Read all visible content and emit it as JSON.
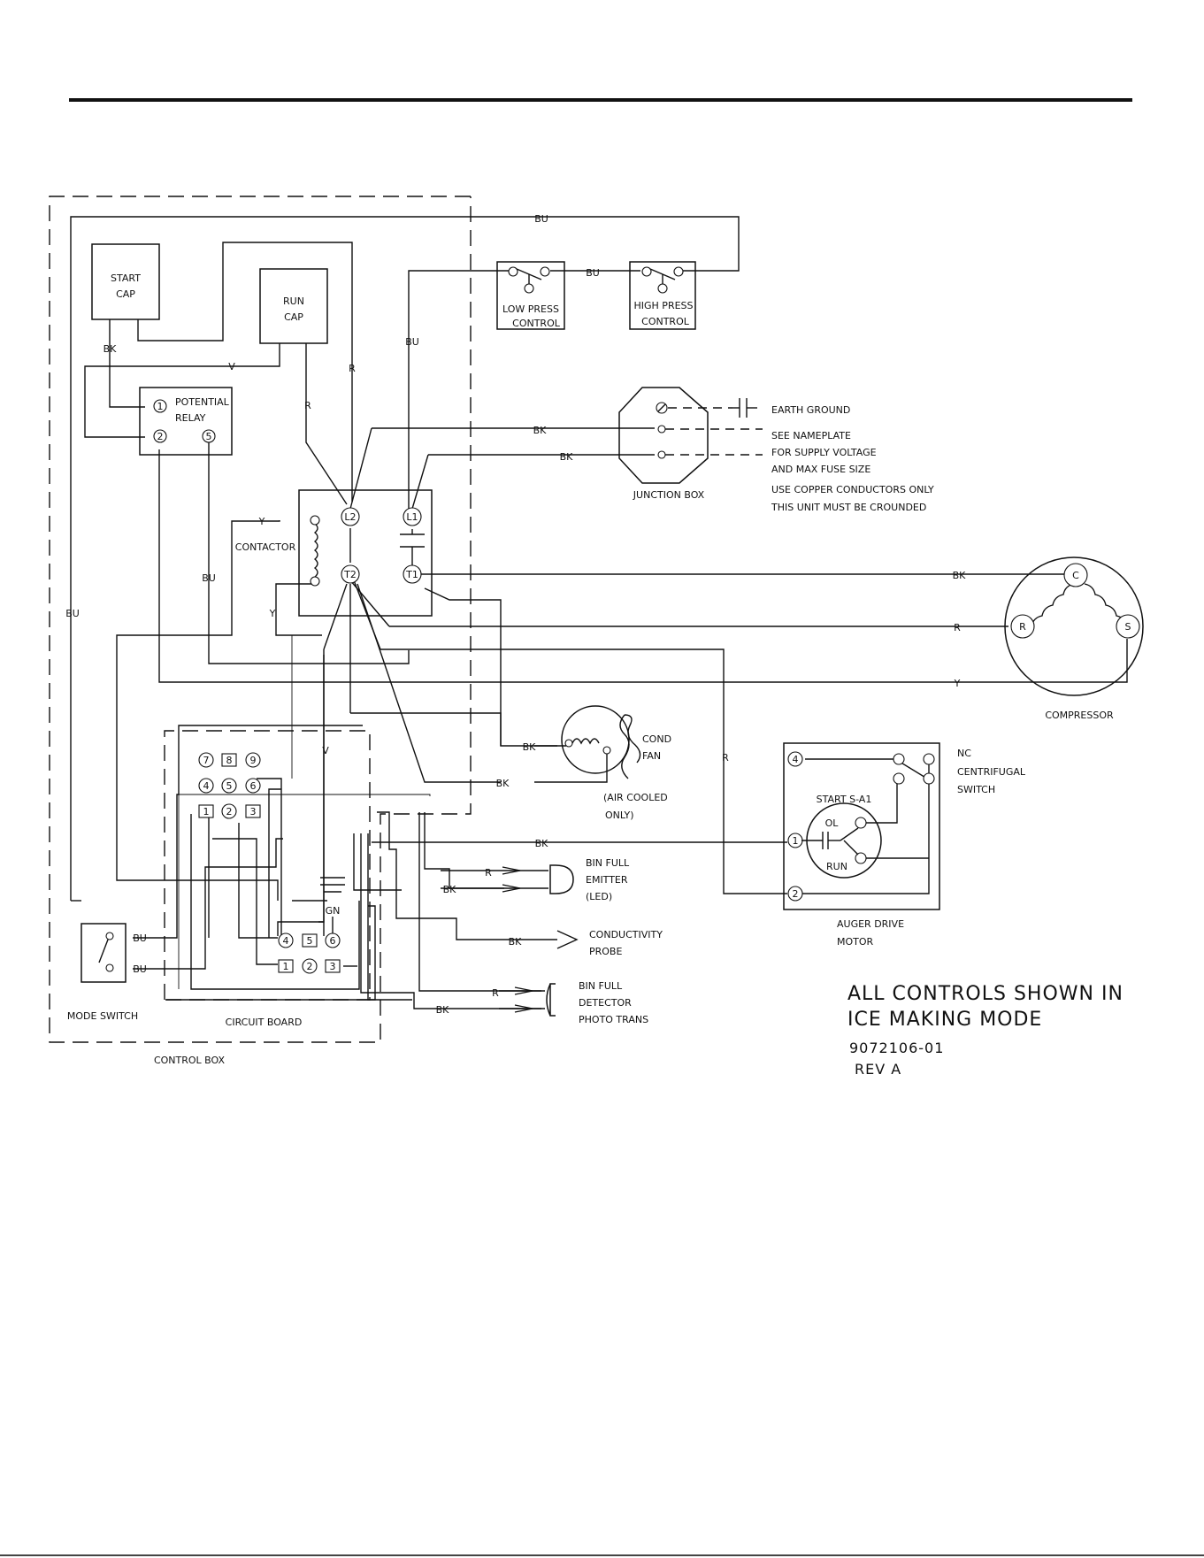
{
  "control_box": {
    "label": "CONTROL BOX",
    "start_cap": [
      "START",
      "CAP"
    ],
    "run_cap": [
      "RUN",
      "CAP"
    ],
    "potential_relay": [
      "POTENTIAL",
      "RELAY"
    ],
    "relay_terminals": [
      "1",
      "2",
      "5"
    ],
    "contactor": "CONTACTOR",
    "contactor_terminals": [
      "L2",
      "L1",
      "T2",
      "T1"
    ],
    "circuit_board": "CIRCUIT BOARD",
    "board_terminals_top": [
      "7",
      "8",
      "9",
      "4",
      "5",
      "6",
      "1",
      "2",
      "3"
    ],
    "board_terminals_bottom": [
      "4",
      "5",
      "6",
      "1",
      "2",
      "3"
    ],
    "ground_label": "GN",
    "mode_switch": "MODE SWITCH"
  },
  "controls": {
    "low_press": [
      "LOW PRESS",
      "CONTROL"
    ],
    "high_press": [
      "HIGH PRESS",
      "CONTROL"
    ]
  },
  "junction_box": {
    "label": "JUNCTION BOX",
    "earth_ground": "EARTH GROUND",
    "notes": [
      "SEE NAMEPLATE",
      "FOR SUPPLY VOLTAGE",
      "AND MAX FUSE SIZE",
      "USE COPPER CONDUCTORS ONLY",
      "THIS UNIT MUST BE CROUNDED"
    ]
  },
  "compressor": {
    "label": "COMPRESSOR",
    "terminals": [
      "C",
      "R",
      "S"
    ]
  },
  "cond_fan": {
    "label": [
      "COND",
      "FAN"
    ],
    "note": [
      "(AIR COOLED",
      "ONLY)"
    ]
  },
  "auger_motor": {
    "label": [
      "AUGER DRIVE",
      "MOTOR"
    ],
    "switch": [
      "NC",
      "CENTRIFUGAL",
      "SWITCH"
    ],
    "start_label": "START  S-A1",
    "ol_label": "OL",
    "run_label": "RUN",
    "terminals": [
      "4",
      "1",
      "2"
    ]
  },
  "sensors": {
    "bin_full_emitter": [
      "BIN FULL",
      "EMITTER",
      "(LED)"
    ],
    "conductivity_probe": [
      "CONDUCTIVITY",
      "PROBE"
    ],
    "bin_full_detector": [
      "BIN FULL",
      "DETECTOR",
      "PHOTO TRANS"
    ]
  },
  "wire_colors": {
    "bu": "BU",
    "bk": "BK",
    "r": "R",
    "v": "V",
    "y": "Y"
  },
  "notes": {
    "all_controls": [
      "ALL CONTROLS SHOWN IN",
      "ICE MAKING MODE"
    ],
    "part_number": "9072106-01",
    "revision": "REV A"
  }
}
